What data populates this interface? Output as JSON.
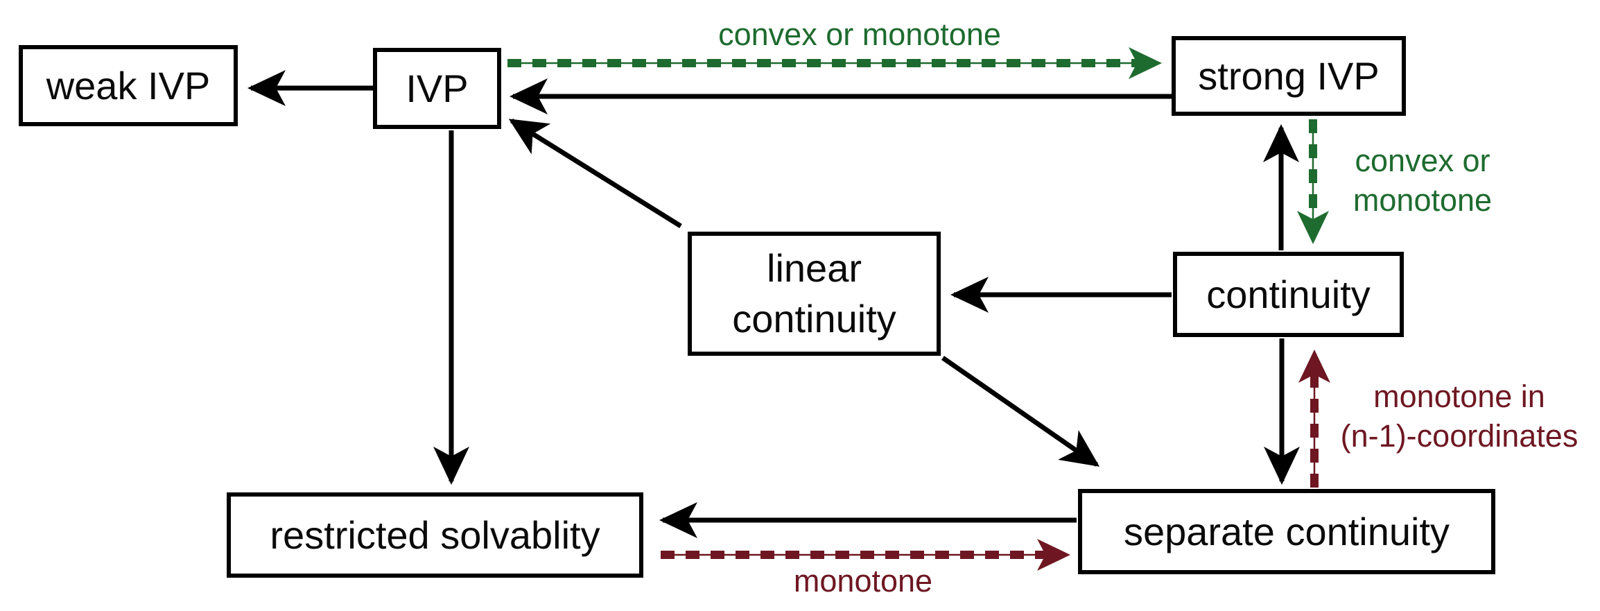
{
  "diagram": {
    "title": "implication diagram between continuity and solvability properties",
    "colors": {
      "background": "#ffffff",
      "node_border": "#000000",
      "node_text": "#0a0a0a",
      "arrow_black": "#000000",
      "arrow_green": "#1e6b2f",
      "arrow_red": "#6e1722"
    },
    "nodes": [
      {
        "id": "weak-ivp",
        "label": "weak IVP"
      },
      {
        "id": "ivp",
        "label": "IVP"
      },
      {
        "id": "strong-ivp",
        "label": "strong IVP"
      },
      {
        "id": "linear-continuity",
        "label": "linear continuity"
      },
      {
        "id": "continuity",
        "label": "continuity"
      },
      {
        "id": "restricted-solvablity",
        "label": "restricted solvablity"
      },
      {
        "id": "separate-continuity",
        "label": "separate continuity"
      }
    ],
    "edges": [
      {
        "from": "ivp",
        "to": "weak-ivp",
        "style": "solid-black",
        "label_lines": []
      },
      {
        "from": "strong-ivp",
        "to": "ivp",
        "style": "solid-black",
        "label_lines": []
      },
      {
        "from": "ivp",
        "to": "strong-ivp",
        "style": "dashed-green",
        "label": "convex or monotone",
        "label_lines": [
          "convex or monotone"
        ]
      },
      {
        "from": "continuity",
        "to": "strong-ivp",
        "style": "solid-black",
        "label_lines": []
      },
      {
        "from": "strong-ivp",
        "to": "continuity",
        "style": "dashed-green",
        "label": "convex or monotone",
        "label_lines": [
          "convex or",
          "monotone"
        ]
      },
      {
        "from": "continuity",
        "to": "linear-continuity",
        "style": "solid-black",
        "label_lines": []
      },
      {
        "from": "linear-continuity",
        "to": "ivp",
        "style": "solid-black",
        "label_lines": []
      },
      {
        "from": "linear-continuity",
        "to": "separate-continuity",
        "style": "solid-black",
        "label_lines": []
      },
      {
        "from": "continuity",
        "to": "separate-continuity",
        "style": "solid-black",
        "label_lines": []
      },
      {
        "from": "separate-continuity",
        "to": "continuity",
        "style": "dashed-red",
        "label": "monotone in (n-1)-coordinates",
        "label_lines": [
          "monotone in",
          "(n-1)-coordinates"
        ]
      },
      {
        "from": "ivp",
        "to": "restricted-solvablity",
        "style": "solid-black",
        "label_lines": []
      },
      {
        "from": "separate-continuity",
        "to": "restricted-solvablity",
        "style": "solid-black",
        "label_lines": []
      },
      {
        "from": "restricted-solvablity",
        "to": "separate-continuity",
        "style": "dashed-red",
        "label": "monotone",
        "label_lines": [
          "monotone"
        ]
      }
    ]
  }
}
